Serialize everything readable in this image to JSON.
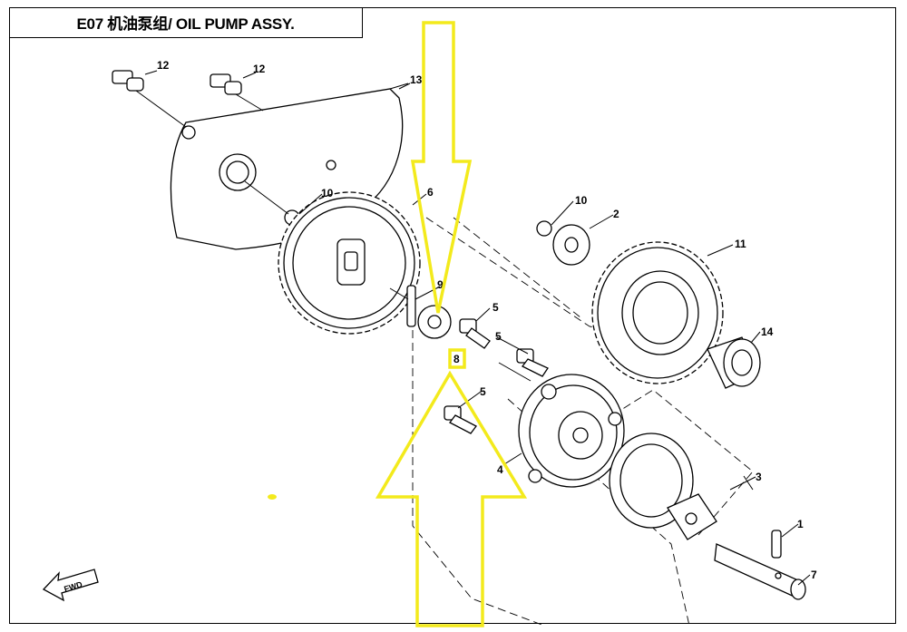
{
  "header": {
    "title": "E07 机油泵组/ OIL PUMP ASSY."
  },
  "callouts": {
    "c1": "1",
    "c2": "2",
    "c3": "3",
    "c4": "4",
    "c5a": "5",
    "c5b": "5",
    "c5c": "5",
    "c6": "6",
    "c7": "7",
    "c8": "8",
    "c9": "9",
    "c10a": "10",
    "c10b": "10",
    "c11": "11",
    "c12a": "12",
    "c12b": "12",
    "c13": "13",
    "c14": "14"
  },
  "fwd_label": "FWD",
  "colors": {
    "highlight": "#f3ea1c",
    "line": "#000000"
  }
}
